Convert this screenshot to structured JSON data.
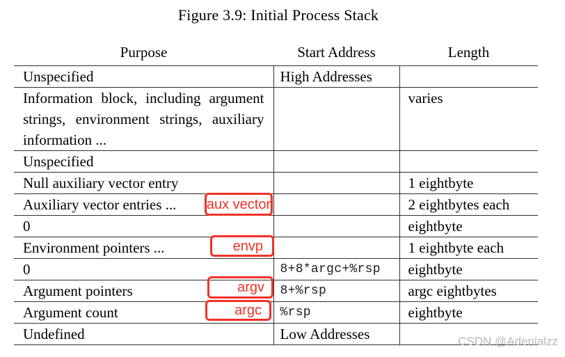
{
  "page": {
    "title": "Figure 3.9: Initial Process Stack",
    "watermark": "CSDN @Adenialzz"
  },
  "table": {
    "columns": [
      "Purpose",
      "Start Address",
      "Length"
    ],
    "rows": [
      {
        "purpose": "Unspecified",
        "start_address": "High Addresses",
        "length": "",
        "mono": false
      },
      {
        "purpose": "Information block, including argu­ment strings, environment strings, auxiliary information ...",
        "start_address": "",
        "length": "varies",
        "mono": false
      },
      {
        "purpose": "Unspecified",
        "start_address": "",
        "length": "",
        "mono": false
      },
      {
        "purpose": "Null auxiliary vector entry",
        "start_address": "",
        "length": "1 eightbyte",
        "mono": false
      },
      {
        "purpose": "Auxiliary vector entries ...",
        "start_address": "",
        "length": "2 eightbytes each",
        "mono": false
      },
      {
        "purpose": "0",
        "start_address": "",
        "length": "eightbyte",
        "mono": false
      },
      {
        "purpose": "Environment pointers ...",
        "start_address": "",
        "length": "1 eightbyte each",
        "mono": false
      },
      {
        "purpose": "0",
        "start_address": "8+8*argc+%rsp",
        "length": "eightbyte",
        "mono": true
      },
      {
        "purpose": "Argument pointers",
        "start_address": "8+%rsp",
        "length": "argc eightbytes",
        "mono": true
      },
      {
        "purpose": "Argument count",
        "start_address": "%rsp",
        "length": "eightbyte",
        "mono": true
      },
      {
        "purpose": "Undefined",
        "start_address": "Low Addresses",
        "length": "",
        "mono": false
      }
    ]
  },
  "annotations": [
    {
      "label": "aux vector"
    },
    {
      "label": "envp"
    },
    {
      "label": "argv"
    },
    {
      "label": "argc"
    }
  ],
  "colors": {
    "annotation_red": "#f03228",
    "rule": "#2e2e2e",
    "watermark": "#b8b8b8"
  }
}
